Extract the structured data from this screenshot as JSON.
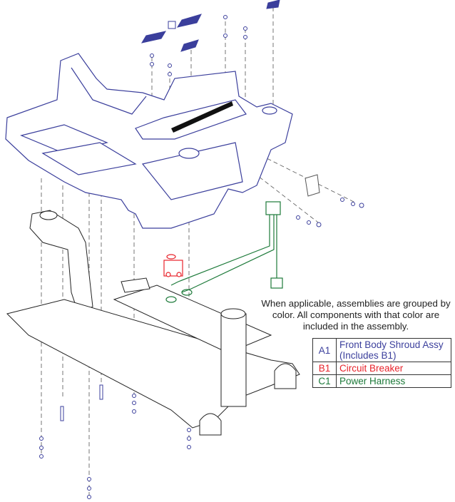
{
  "note": "When applicable, assemblies are grouped by color. All components with that color are included in the assembly.",
  "colors": {
    "A1": "#3b3f9c",
    "B1": "#e8232b",
    "C1": "#1d7a3a",
    "frame": "#222222"
  },
  "legend": [
    {
      "code": "A1",
      "label": "Front Body Shroud Assy (Includes B1)",
      "color": "#3b3f9c"
    },
    {
      "code": "B1",
      "label": "Circuit Breaker",
      "color": "#e8232b"
    },
    {
      "code": "C1",
      "label": "Power Harness",
      "color": "#1d7a3a"
    }
  ]
}
